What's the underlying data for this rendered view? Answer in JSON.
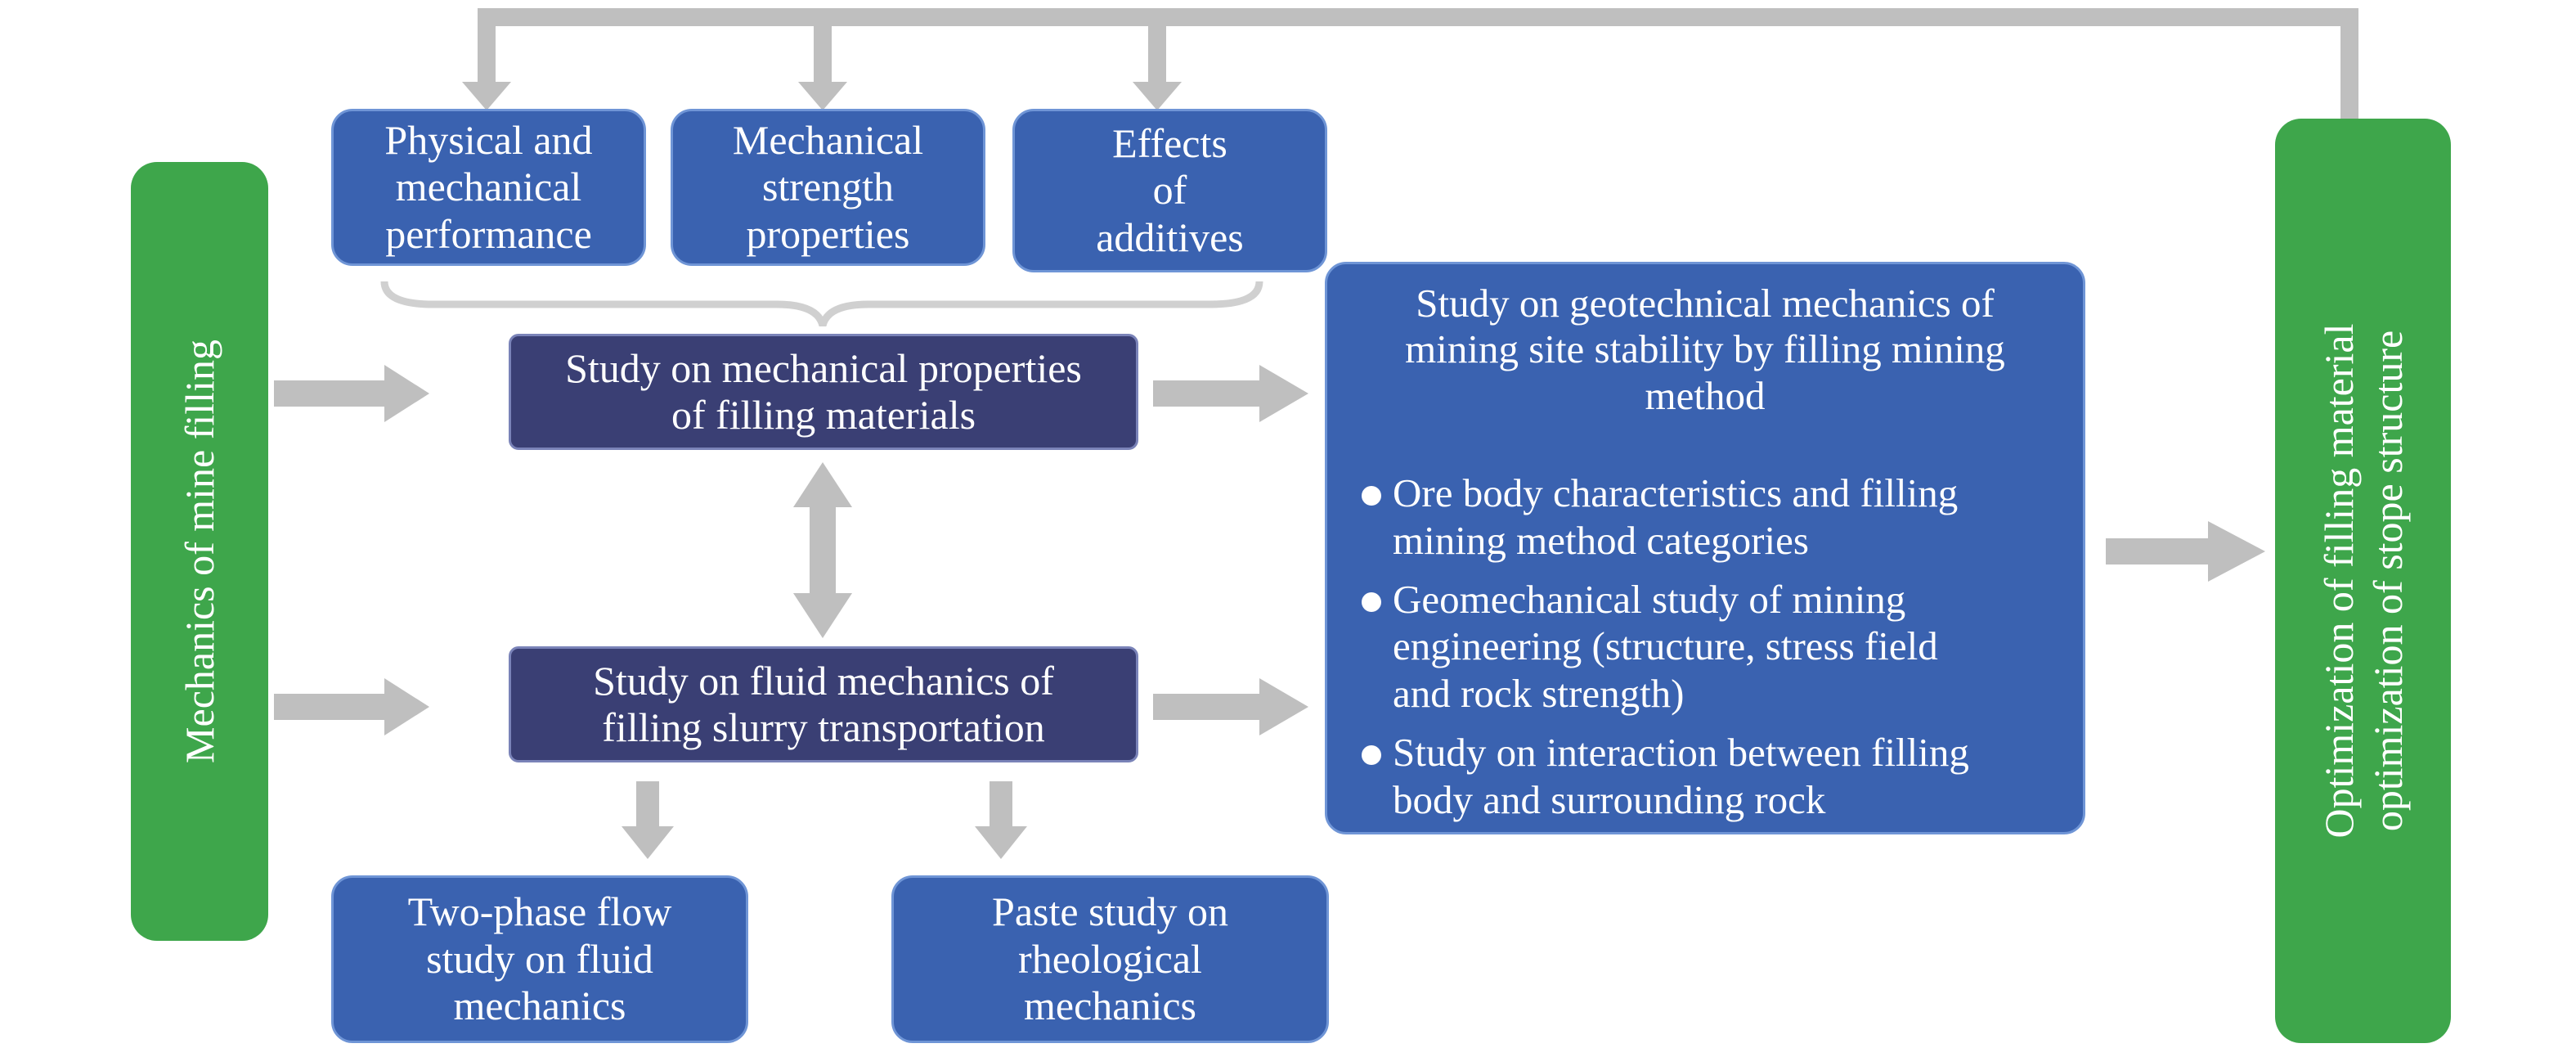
{
  "left_bar": {
    "label": "Mechanics of mine filling"
  },
  "right_bar": {
    "line1": "Optimization of filling material",
    "line2": "optimization of stope structure"
  },
  "top_boxes": {
    "physical": [
      "Physical and",
      "mechanical",
      "performance"
    ],
    "strength": [
      "Mechanical",
      "strength",
      "properties"
    ],
    "additives": [
      "Effects",
      "of",
      "additives"
    ]
  },
  "center_boxes": {
    "mechanical_properties": [
      "Study on mechanical properties",
      "of filling materials"
    ],
    "fluid_mechanics": [
      "Study on fluid mechanics of",
      "filling slurry transportation"
    ]
  },
  "bottom_boxes": {
    "two_phase": [
      "Two-phase flow",
      "study on fluid",
      "mechanics"
    ],
    "paste": [
      "Paste study on",
      "rheological",
      "mechanics"
    ]
  },
  "geotechnical": {
    "title": [
      "Study on geotechnical mechanics of",
      "mining site stability by filling mining",
      "method"
    ],
    "bullets": [
      [
        "Ore body characteristics and filling",
        "mining method categories"
      ],
      [
        "Geomechanical study of mining",
        "engineering (structure, stress field",
        "and rock strength)"
      ],
      [
        "Study on interaction between filling",
        "body and surrounding rock"
      ]
    ]
  },
  "colors": {
    "blue_box": "#3a62b0",
    "navy_box": "#3a3f74",
    "green_bar": "#3ea64b",
    "arrow": "#bfbfbf"
  }
}
